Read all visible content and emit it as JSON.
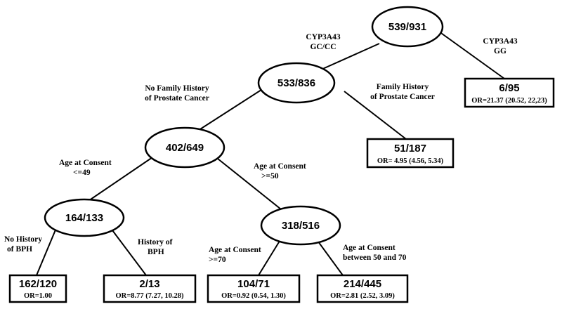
{
  "nodes": {
    "root": "539/931",
    "n2": "533/836",
    "n3": "402/649",
    "n4": "164/133",
    "n5": "318/516"
  },
  "leaves": {
    "gg": {
      "count": "6/95",
      "or": "OR=21.37 (20.52, 22,23)"
    },
    "family": {
      "count": "51/187",
      "or": "OR= 4.95 (4.56, 5.34)"
    },
    "no_bph": {
      "count": "162/120",
      "or": "OR=1.00"
    },
    "bph": {
      "count": "2/13",
      "or": "OR=8.77 (7.27, 10.28)"
    },
    "age70": {
      "count": "104/71",
      "or": "OR=0.92 (0.54, 1.30)"
    },
    "age50_70": {
      "count": "214/445",
      "or": "OR=2.81 (2.52, 3.09)"
    }
  },
  "edge_labels": {
    "cyp_gccc": [
      "CYP3A43",
      "GC/CC"
    ],
    "cyp_gg": [
      "CYP3A43",
      "GG"
    ],
    "no_family": [
      "No Family History",
      "of Prostate Cancer"
    ],
    "family": [
      "Family History",
      "of Prostate Cancer"
    ],
    "age_le49": [
      "Age at Consent",
      "<=49"
    ],
    "age_ge50": [
      "Age at Consent",
      ">=50"
    ],
    "no_bph": [
      "No History",
      "of BPH"
    ],
    "bph": [
      "History of",
      "BPH"
    ],
    "age_ge70": [
      "Age at Consent",
      ">=70"
    ],
    "age_50_70": [
      "Age at Consent",
      "between 50 and 70"
    ]
  }
}
